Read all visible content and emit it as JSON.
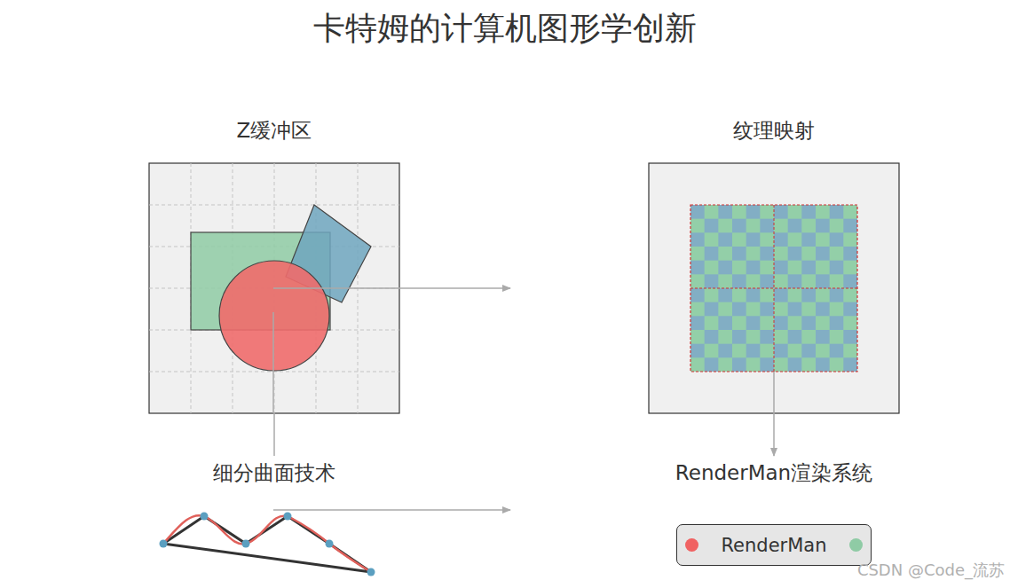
{
  "diagram": {
    "title": "卡特姆的计算机图形学创新",
    "nodes": [
      {
        "text": [
          "Z缓冲区"
        ]
      },
      {
        "text": [
          "纹理映射"
        ]
      },
      {
        "text": [
          "细分曲面技术"
        ]
      },
      {
        "text": [
          "RenderMan渲染系统"
        ]
      },
      {
        "text": [
          "RenderMan"
        ]
      }
    ],
    "edges": [
      {
        "from": 0,
        "to": 2,
        "arrow": "none"
      },
      {
        "from": 1,
        "to": 3,
        "arrow": "to"
      }
    ],
    "labels": [
      "CSDN @Code_流苏"
    ]
  }
}
